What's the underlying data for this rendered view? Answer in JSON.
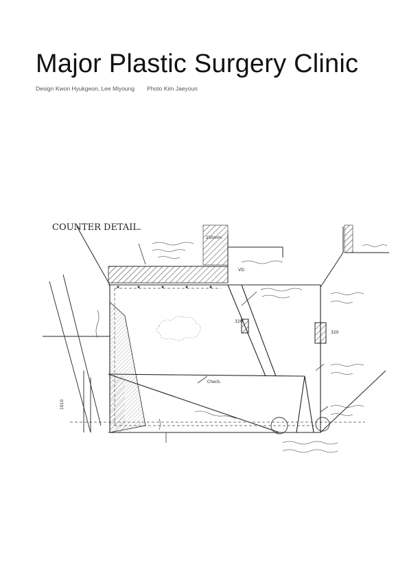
{
  "header": {
    "title": "Major Plastic Surgery Clinic",
    "design_credit": "Design Kwon Hyukgeon, Lee Miyoung",
    "photo_credit": "Photo Kim Jaeyoun"
  },
  "sketch": {
    "heading": "COUNTER DETAIL.",
    "notes": {
      "dim_250": "250mm",
      "dim_320a": "320",
      "dim_320b": "320",
      "dim_1010": "1010",
      "check": "Check.",
      "vd": "VD."
    }
  }
}
